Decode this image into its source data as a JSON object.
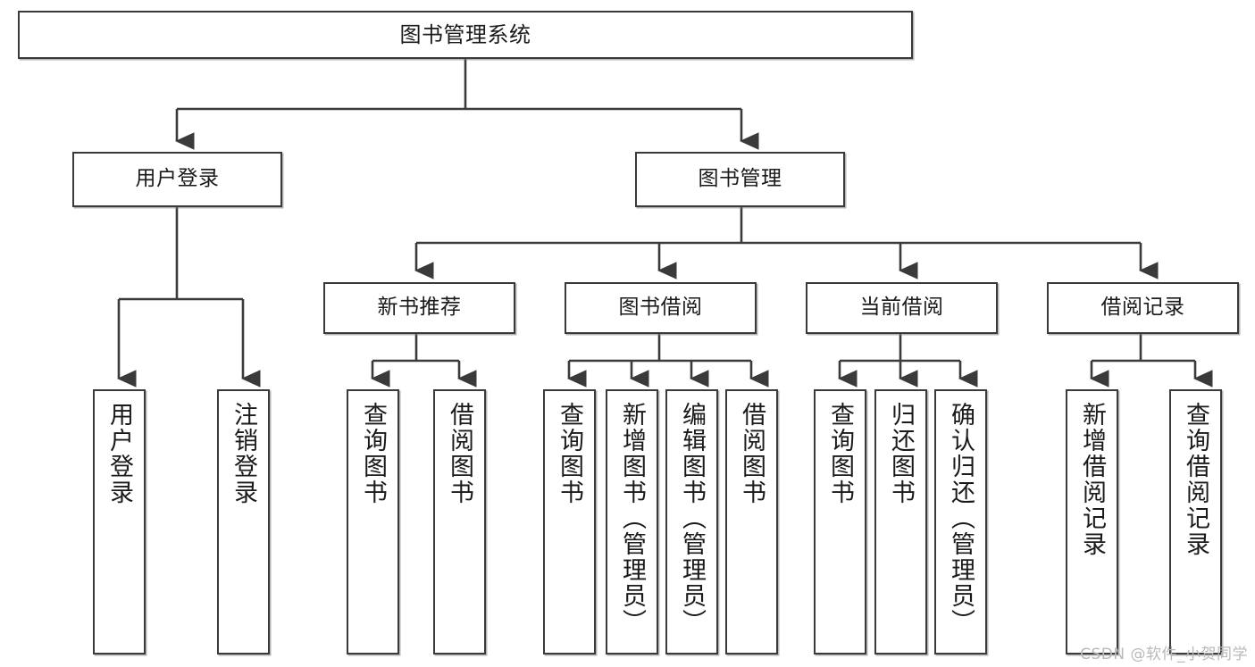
{
  "diagram": {
    "title": "图书管理系统",
    "watermark": "CSDN @软件_小贺同学",
    "stroke_color": "#3a3a3a",
    "text_color": "#1a1a1a",
    "background": "#ffffff",
    "root": {
      "label": "图书管理系统"
    },
    "level1": [
      {
        "label": "用户登录"
      },
      {
        "label": "图书管理"
      }
    ],
    "level2": [
      {
        "label": "新书推荐"
      },
      {
        "label": "图书借阅"
      },
      {
        "label": "当前借阅"
      },
      {
        "label": "借阅记录"
      }
    ],
    "leaves": {
      "user_login": [
        {
          "label": "用户登录"
        },
        {
          "label": "注销登录"
        }
      ],
      "new_book": [
        {
          "label": "查询图书"
        },
        {
          "label": "借阅图书"
        }
      ],
      "book_borrow": [
        {
          "label": "查询图书"
        },
        {
          "label": "新增图书（管理员）"
        },
        {
          "label": "编辑图书（管理员）"
        },
        {
          "label": "借阅图书"
        }
      ],
      "current_borrow": [
        {
          "label": "查询图书"
        },
        {
          "label": "归还图书"
        },
        {
          "label": "确认归还（管理员）"
        }
      ],
      "borrow_record": [
        {
          "label": "新增借阅记录"
        },
        {
          "label": "查询借阅记录"
        }
      ]
    }
  }
}
